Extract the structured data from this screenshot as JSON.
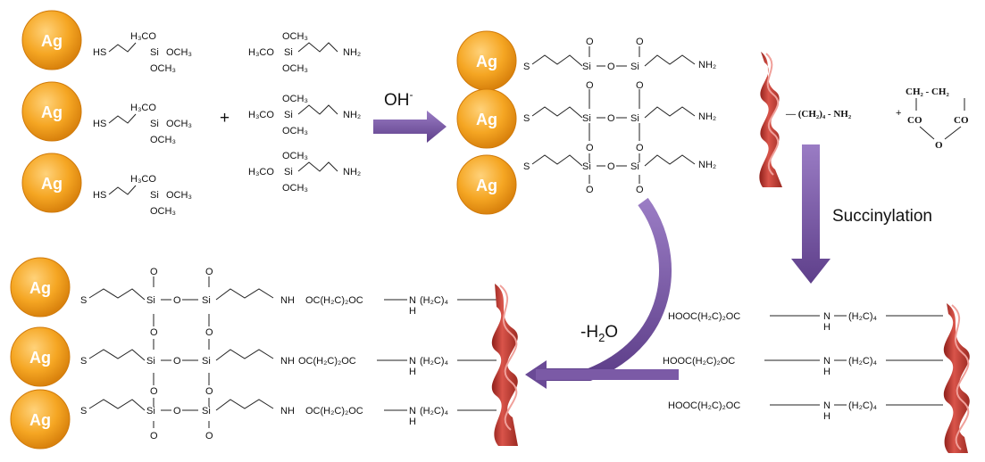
{
  "colors": {
    "silver_particle": "#f5a623",
    "particle_edge": "#d07a0a",
    "arrow": "#7b5aa6",
    "collagen": "#c0392b"
  },
  "particle": {
    "label": "Ag"
  },
  "labels": {
    "oh": "OH",
    "oh_charge": "-",
    "succinylation": "Succinylation",
    "water": "-H",
    "water_sub": "2",
    "water_o": "O",
    "plus": "+"
  },
  "reactants": {
    "mptms": {
      "sh": "HS",
      "h3co": "H₃CO",
      "si": "Si",
      "och3a": "OCH₃",
      "och3b": "OCH₃"
    },
    "aptms": {
      "h3co": "H₃CO",
      "si": "Si",
      "och3a": "OCH₃",
      "och3b": "OCH₃",
      "nh2": "NH₂"
    }
  },
  "network": {
    "s": "S",
    "si": "Si",
    "o": "O",
    "nh2": "NH₂",
    "nh": "NH"
  },
  "collagen_amine": {
    "chain": "— (CH₂)₄ - NH₂",
    "plus": "+"
  },
  "anhydride": {
    "top": "CH₂ - CH₂",
    "co_left": "CO",
    "co_right": "CO",
    "o": "O"
  },
  "succinylated": {
    "acid": "HOOC(H₂C)₂OC",
    "n": "N",
    "h": "H",
    "chain": "(H₂C)₄"
  },
  "product": {
    "amide": "OC(H₂C)₂OC",
    "n": "N",
    "h": "H",
    "chain": "(H₂C)₄"
  }
}
